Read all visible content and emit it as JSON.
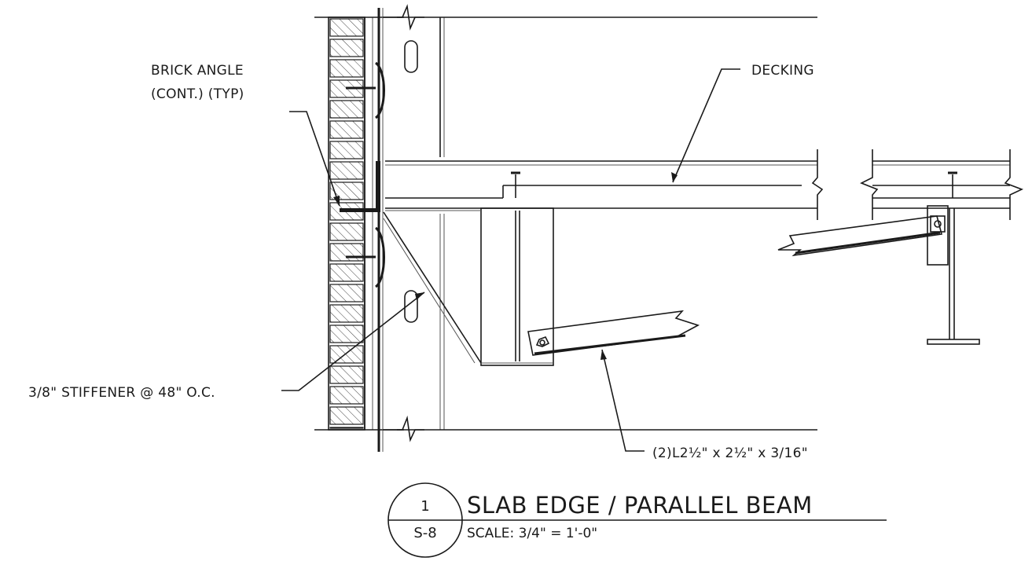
{
  "notes": {
    "decking": "DECKING",
    "brick_angle_1": "BRICK ANGLE",
    "brick_angle_2": "(CONT.) (TYP)",
    "stiffener": "3/8\" STIFFENER @ 48\" O.C.",
    "angles": "(2)L2½\" x 2½\" x 3/16\""
  },
  "title_block": {
    "detail_number": "1",
    "sheet_number": "S-8",
    "title": "SLAB EDGE / PARALLEL BEAM",
    "scale": "SCALE: 3/4\" = 1'-0\""
  }
}
